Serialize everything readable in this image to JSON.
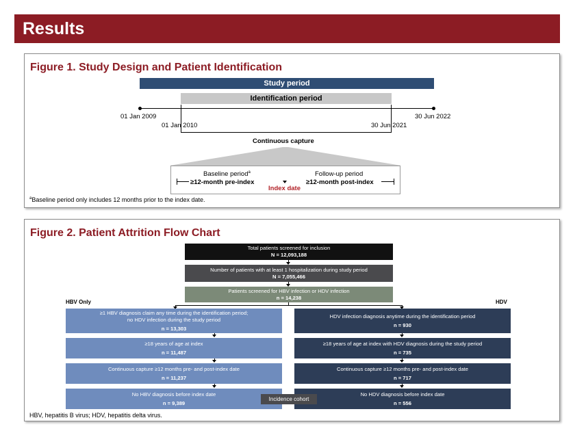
{
  "header": {
    "title": "Results"
  },
  "figure1": {
    "title": "Figure 1. Study Design and Patient Identification",
    "study_period": "Study period",
    "identification_period": "Identification period",
    "date_start": "01 Jan 2009",
    "date_id_start": "01 Jan 2010",
    "date_id_end": "30 Jun 2021",
    "date_end": "30 Jun 2022",
    "continuous_capture": "Continuous capture",
    "baseline_label": "Baseline period",
    "baseline_sup": "a",
    "baseline_value": "≥12-month pre-index",
    "followup_label": "Follow-up period",
    "followup_value": "≥12-month post-index",
    "index_date": "Index date",
    "footnote_sup": "a",
    "footnote": "Baseline period only includes 12 months prior to the index date.",
    "colors": {
      "study_bar": "#2f4d74",
      "id_bar": "#c8c8c8",
      "index": "#b22228"
    }
  },
  "figure2": {
    "title": "Figure 2. Patient Attrition Flow Chart",
    "top_boxes": [
      {
        "text": "Total patients screened for inclusion",
        "n": "N = 12,093,188"
      },
      {
        "text": "Number of patients with at least 1 hospitalization during study period",
        "n": "N = 7,055,466"
      },
      {
        "text": "Patients screened for HBV infection or HDV infection",
        "n": "n = 14,238"
      }
    ],
    "hbv_label": "HBV Only",
    "hdv_label": "HDV",
    "hbv_boxes": [
      {
        "line1": "≥1 HBV diagnosis claim any time during the identification period;",
        "line2": "no HDV infection during the study period",
        "n": "n = 13,303"
      },
      {
        "line1": "≥18 years of age at index",
        "line2": "",
        "n": "n = 11,487"
      },
      {
        "line1": "Continuous capture ≥12 months pre- and post-index date",
        "line2": "",
        "n": "n = 11,237"
      },
      {
        "line1": "No HBV diagnosis before index date",
        "line2": "",
        "n": "n = 9,389"
      }
    ],
    "hdv_boxes": [
      {
        "line1": "HDV infection diagnosis anytime during the identification period",
        "n": "n = 930"
      },
      {
        "line1": "≥18 years of age at index with HDV diagnosis during the study period",
        "n": "n = 735"
      },
      {
        "line1": "Continuous capture ≥12 months pre- and post-index date",
        "n": "n = 717"
      },
      {
        "line1": "No HDV diagnosis before index date",
        "n": "n = 556"
      }
    ],
    "incidence_cohort": "Incidence cohort",
    "footnote": "HBV, hepatitis B virus; HDV, hepatitis delta virus.",
    "colors": {
      "black": "#111111",
      "dark_gray": "#4a4a4d",
      "gray_green": "#7c8a78",
      "hbv_blue": "#6f8cbd",
      "hdv_navy": "#2d3d57"
    }
  }
}
